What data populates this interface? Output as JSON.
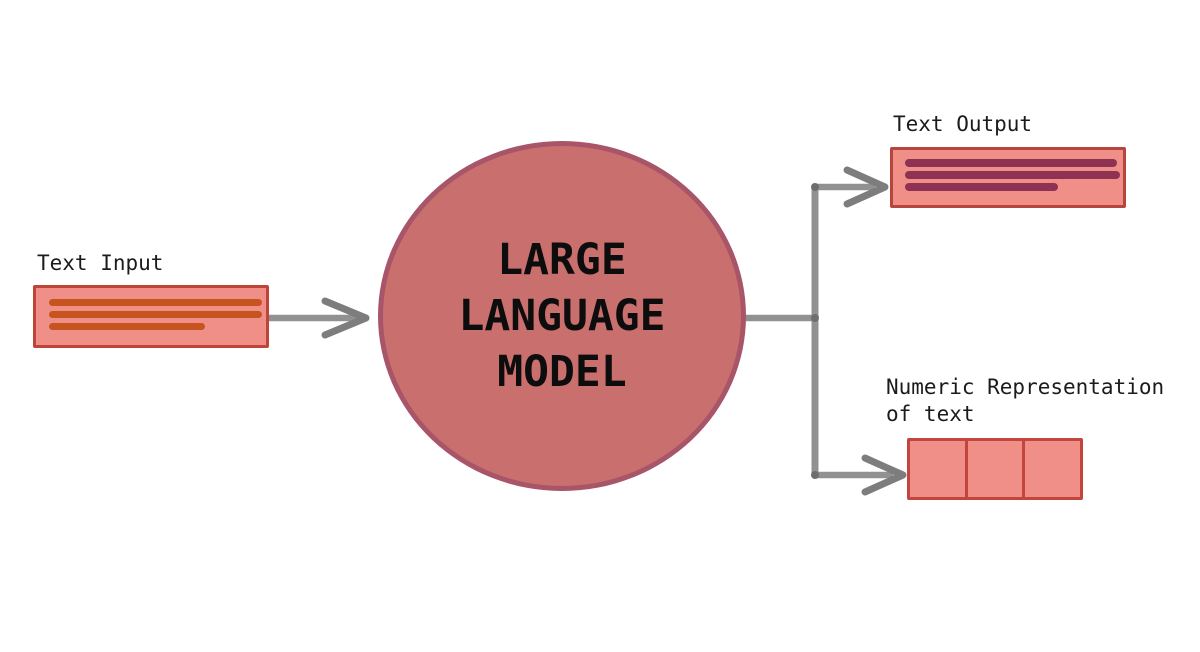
{
  "diagram": {
    "nodes": {
      "text_input": {
        "label": "Text Input",
        "content_lines": 3
      },
      "llm": {
        "lines": [
          "LARGE",
          "LANGUAGE",
          "MODEL"
        ]
      },
      "text_output": {
        "label": "Text Output",
        "content_lines": 3
      },
      "numeric_representation": {
        "label_line1": "Numeric Representation",
        "label_line2": "of text",
        "cells": 3
      }
    },
    "edges": [
      {
        "from": "text_input",
        "to": "llm"
      },
      {
        "from": "llm",
        "to": "text_output"
      },
      {
        "from": "llm",
        "to": "numeric_representation"
      }
    ],
    "colors": {
      "box_fill": "#EF8F88",
      "box_border": "#BE4538",
      "input_text_line": "#C5541F",
      "output_text_line": "#8E3152",
      "circle_fill": "#C96F6E",
      "circle_border": "#A85569",
      "connector_gray": "#8F8F8F",
      "label_text": "#1B1B1B",
      "background": "#FFFFFF"
    }
  }
}
